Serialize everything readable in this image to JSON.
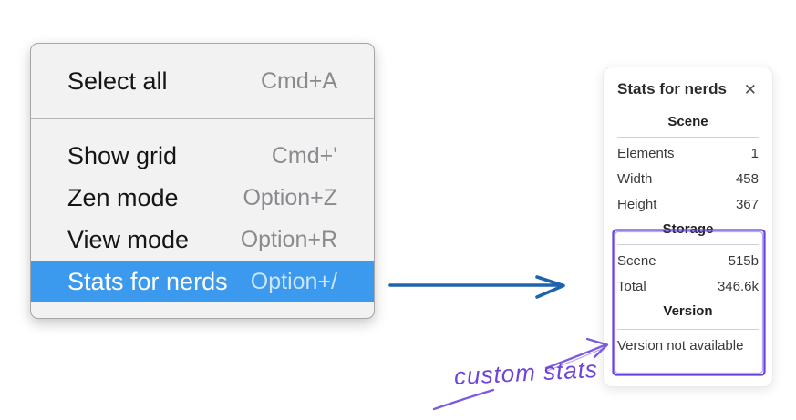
{
  "context_menu": {
    "groups": [
      {
        "items": [
          {
            "label": "Select all",
            "shortcut": "Cmd+A"
          }
        ]
      },
      {
        "items": [
          {
            "label": "Show grid",
            "shortcut": "Cmd+'"
          },
          {
            "label": "Zen mode",
            "shortcut": "Option+Z"
          },
          {
            "label": "View mode",
            "shortcut": "Option+R"
          },
          {
            "label": "Stats for nerds",
            "shortcut": "Option+/",
            "highlighted": true
          }
        ]
      }
    ]
  },
  "stats_panel": {
    "title": "Stats for nerds",
    "close_icon": "✕",
    "sections": [
      {
        "heading": "Scene",
        "rows": [
          {
            "label": "Elements",
            "value": "1"
          },
          {
            "label": "Width",
            "value": "458"
          },
          {
            "label": "Height",
            "value": "367"
          }
        ]
      },
      {
        "heading": "Storage",
        "rows": [
          {
            "label": "Scene",
            "value": "515b"
          },
          {
            "label": "Total",
            "value": "346.6k"
          }
        ]
      },
      {
        "heading": "Version",
        "rows": [],
        "note": "Version not available"
      }
    ]
  },
  "annotations": {
    "custom_stats_label": "custom stats",
    "colors": {
      "menu_highlight": "#3b9aee",
      "arrow_blue": "#1e63ae",
      "annotation_violet": "#6741d9",
      "annotation_violet_light": "#7b5ae0"
    }
  }
}
